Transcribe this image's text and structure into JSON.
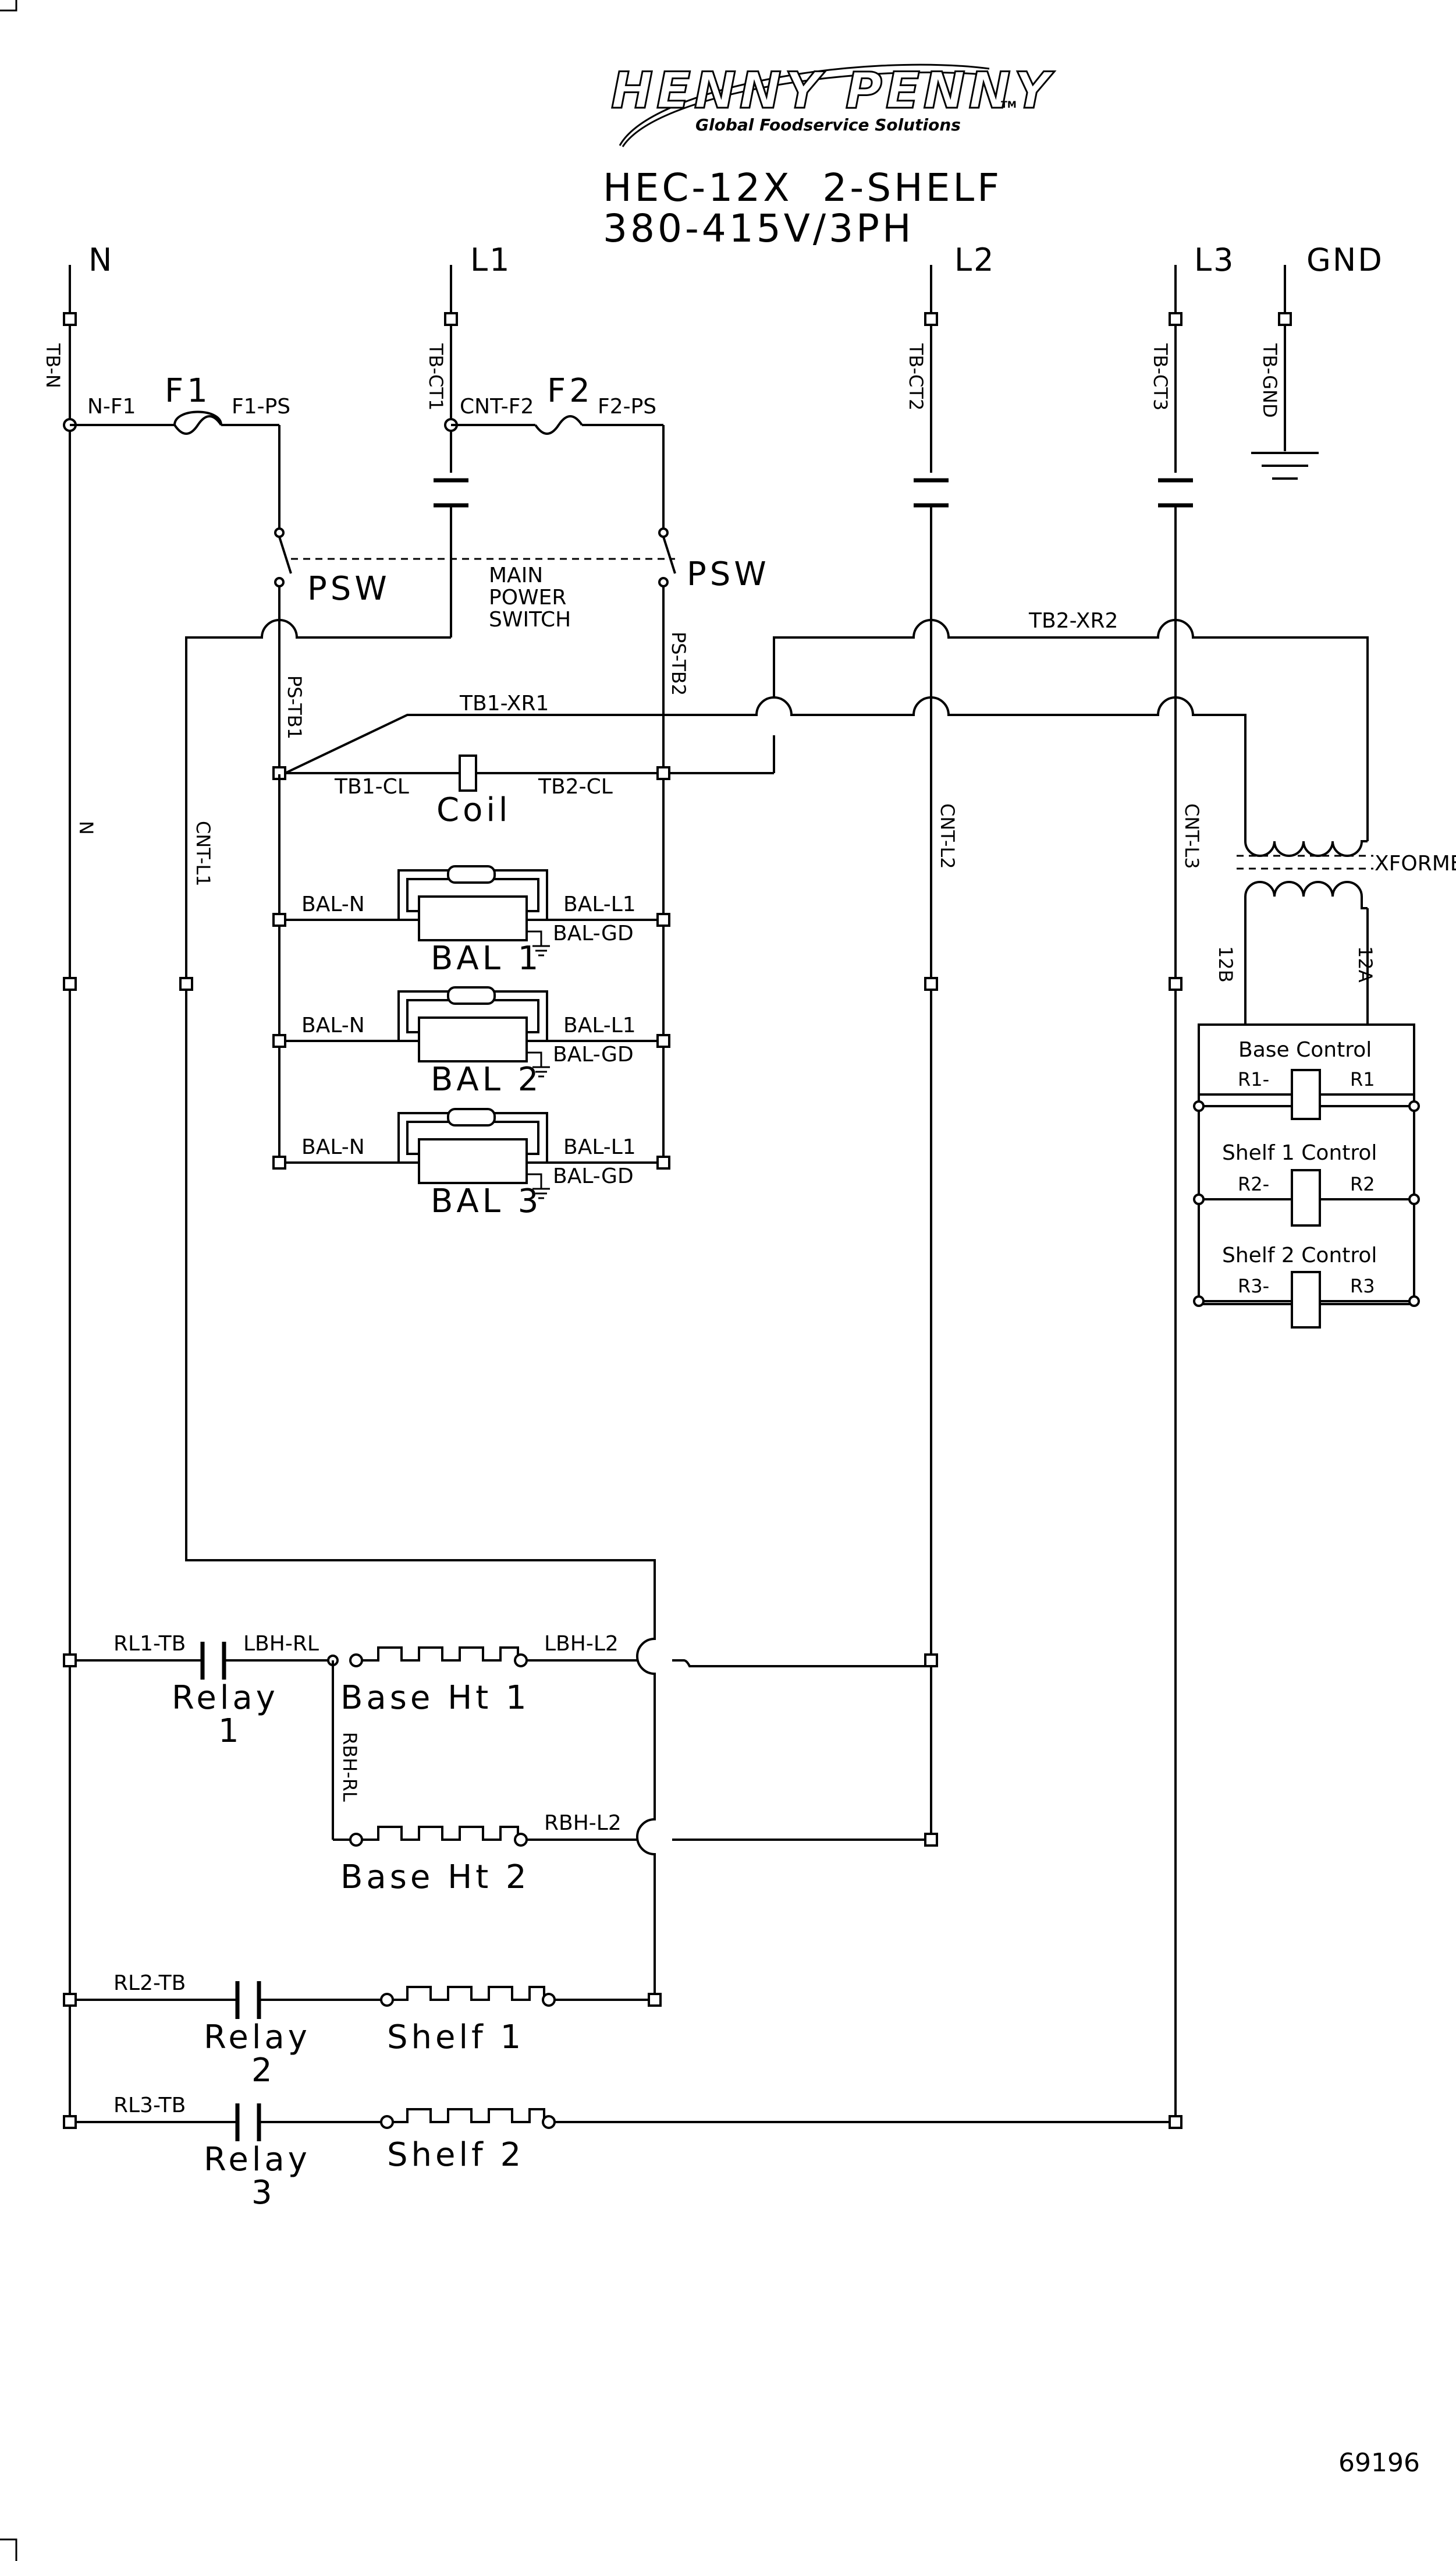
{
  "header": {
    "brand": "HENNY PENNY",
    "tagline": "Global Foodservice Solutions",
    "tm": "TM",
    "model": "HEC-12X  2-SHELF",
    "voltage": "380-415V/3PH"
  },
  "lines": {
    "n": "N",
    "l1": "L1",
    "l2": "L2",
    "l3": "L3",
    "gnd": "GND"
  },
  "wires": {
    "tb_n": "TB-N",
    "tb_ct1": "TB-CT1",
    "tb_ct2": "TB-CT2",
    "tb_ct3": "TB-CT3",
    "tb_gnd": "TB-GND",
    "n_f1": "N-F1",
    "f1_ps": "F1-PS",
    "cnt_f2": "CNT-F2",
    "f2_ps": "F2-PS",
    "ps_tb1": "PS-TB1",
    "ps_tb2": "PS-TB2",
    "tb1_xr1": "TB1-XR1",
    "tb2_xr2": "TB2-XR2",
    "tb1_cl": "TB1-CL",
    "tb2_cl": "TB2-CL",
    "n_wire": "N",
    "cnt_l1": "CNT-L1",
    "cnt_l2": "CNT-L2",
    "cnt_l3": "CNT-L3",
    "w12b": "12B",
    "w12a": "12A",
    "bal_n": "BAL-N",
    "bal_l1": "BAL-L1",
    "bal_gd": "BAL-GD",
    "rl1_tb": "RL1-TB",
    "lbh_rl": "LBH-RL",
    "lbh_l2": "LBH-L2",
    "rbh_rl": "RBH-RL",
    "rbh_l2": "RBH-L2",
    "rl2_tb": "RL2-TB",
    "rl3_tb": "RL3-TB",
    "r1_minus": "R1-",
    "r1": "R1",
    "r2_minus": "R2-",
    "r2": "R2",
    "r3_minus": "R3-",
    "r3": "R3"
  },
  "components": {
    "f1": "F1",
    "f2": "F2",
    "psw": "PSW",
    "main_switch": [
      "MAIN",
      "POWER",
      "SWITCH"
    ],
    "coil": "Coil",
    "xformer": "XFORMER",
    "bal1": "BAL 1",
    "bal2": "BAL 2",
    "bal3": "BAL 3",
    "relay": "Relay",
    "relay_1": "1",
    "relay_2": "2",
    "relay_3": "3",
    "base_ht_1": "Base Ht 1",
    "base_ht_2": "Base Ht 2",
    "shelf_1": "Shelf 1",
    "shelf_2": "Shelf 2",
    "base_control": "Base Control",
    "shelf1_control": "Shelf 1 Control",
    "shelf2_control": "Shelf 2 Control"
  },
  "footer": {
    "drawing_number": "69196"
  }
}
